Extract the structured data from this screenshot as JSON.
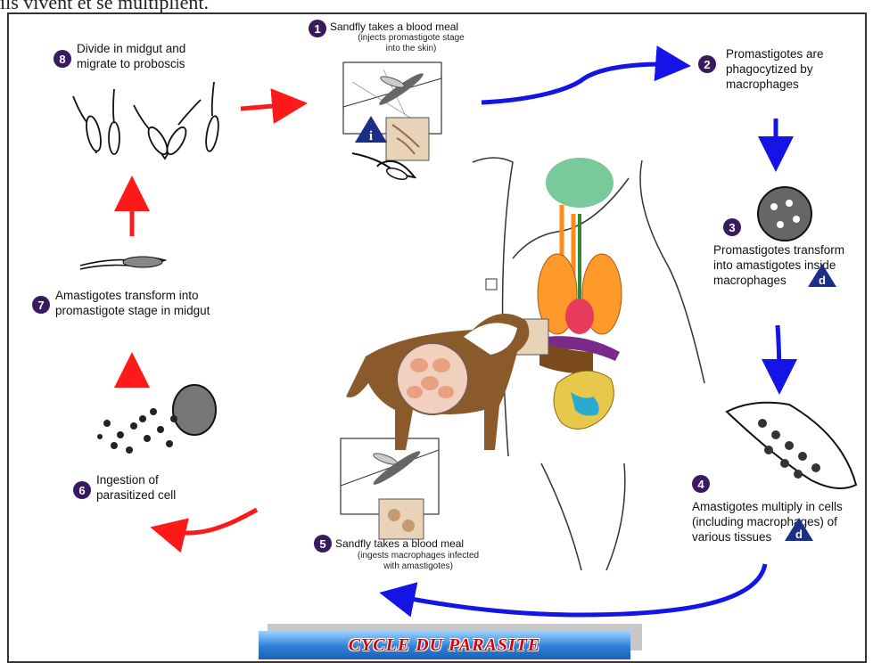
{
  "header": {
    "cut_text": "ils vivent et se multiplient."
  },
  "steps": {
    "s1": {
      "num": "1",
      "title": "Sandfly takes a blood meal",
      "sub1": "(injects promastigote stage",
      "sub2": "into the skin)"
    },
    "s2": {
      "num": "2",
      "l1": "Promastigotes are",
      "l2": "phagocytized by",
      "l3": "macrophages"
    },
    "s3": {
      "num": "3",
      "l1": "Promastigotes transform",
      "l2": "into amastigotes inside",
      "l3": "macrophages"
    },
    "s4": {
      "num": "4",
      "l1": "Amastigotes multiply in cells",
      "l2": "(including macrophages) of",
      "l3": "various tissues"
    },
    "s5": {
      "num": "5",
      "title": "Sandfly takes a blood meal",
      "sub1": "(ingests macrophages infected",
      "sub2": "with amastigotes)"
    },
    "s6": {
      "num": "6",
      "l1": "Ingestion of",
      "l2": "parasitized cell"
    },
    "s7": {
      "num": "7",
      "l1": "Amastigotes transform into",
      "l2": "promastigote stage in midgut"
    },
    "s8": {
      "num": "8",
      "l1": "Divide in midgut and",
      "l2": "migrate to proboscis"
    }
  },
  "badges": {
    "infective": "i",
    "diagnostic": "d"
  },
  "banner": {
    "title": "CYCLE DU PARASITE"
  },
  "colors": {
    "human_arrows": "#1414e6",
    "sandfly_arrows": "#ff1a1a",
    "step_circle": "#3a1a5e",
    "badge": "#1c2f86"
  }
}
